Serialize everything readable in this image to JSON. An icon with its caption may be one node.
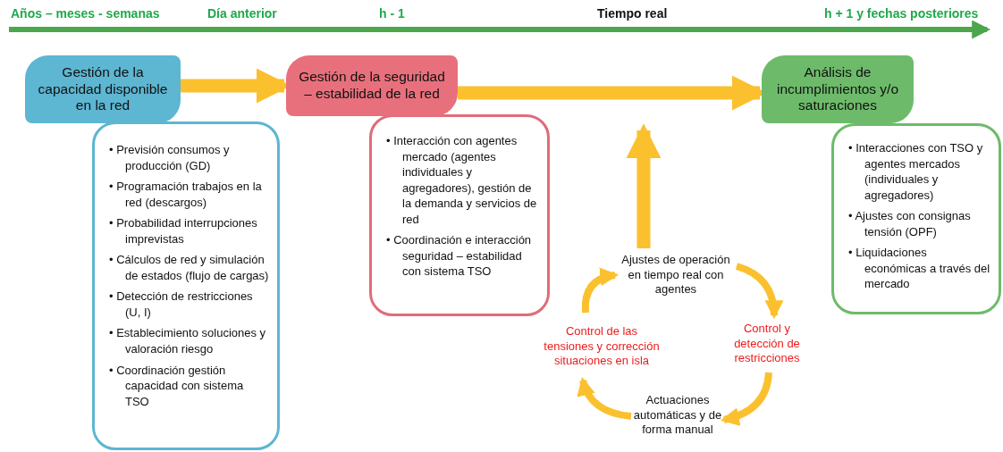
{
  "diagram": {
    "nodes": [
      {
        "text": [
          "Gestión de la capacidad disponible en la red"
        ]
      },
      {
        "text": [
          "• Previsión consumos y producción (GD)",
          "• Programación trabajos en la red (descargos)",
          "• Probabilidad interrupciones imprevistas",
          "• Cálculos de red y simulación de estados (flujo de cargas)",
          "• Detección de restricciones (U, I)",
          "• Establecimiento soluciones y valoración riesgo",
          "• Coordinación gestión capacidad con sistema TSO"
        ]
      },
      {
        "text": [
          "Gestión de la seguridad – estabilidad de la red"
        ]
      },
      {
        "text": [
          "• Interacción con agentes mercado (agentes individuales y agregadores), gestión de la demanda y servicios de red",
          "• Coordinación e interacción seguridad – estabilidad con sistema TSO"
        ]
      },
      {
        "text": [
          "Análisis de incumplimientos y/o saturaciones"
        ]
      },
      {
        "text": [
          "• Interacciones con TSO y agentes mercados (individuales y agregadores)",
          "• Ajustes con consignas tensión (OPF)",
          "• Liquidaciones económicas a través del mercado"
        ]
      },
      {
        "text": [
          "Ajustes de operación en tiempo real con agentes"
        ]
      },
      {
        "text": [
          "Control y detección de restricciones"
        ]
      },
      {
        "text": [
          "Actuaciones automáticas y de forma manual"
        ]
      },
      {
        "text": [
          "Control de las tensiones y corrección situaciones en isla"
        ]
      }
    ],
    "edges": [
      {
        "from": 0,
        "to": 2,
        "arrow": "to",
        "style": "thick"
      },
      {
        "from": 2,
        "to": 4,
        "arrow": "to",
        "style": "thick"
      },
      {
        "from": 6,
        "to": null,
        "arrow": "to",
        "style": "thick"
      },
      {
        "from": 6,
        "to": 7,
        "arrow": "to"
      },
      {
        "from": 7,
        "to": 8,
        "arrow": "to"
      },
      {
        "from": 8,
        "to": 9,
        "arrow": "to"
      },
      {
        "from": 9,
        "to": 6,
        "arrow": "to"
      }
    ],
    "labels": [
      "Años – meses - semanas",
      "Día anterior",
      "h - 1",
      "Tiempo real",
      "h + 1 y fechas posteriores"
    ]
  }
}
